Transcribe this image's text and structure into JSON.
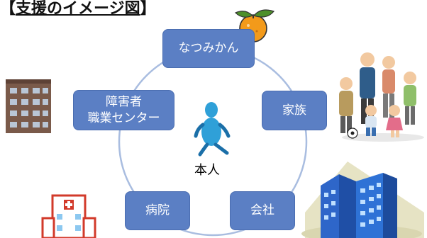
{
  "title": {
    "bracket_open": "【",
    "text": "支援のイメージ図",
    "bracket_close": "】"
  },
  "center": {
    "label": "本人"
  },
  "nodes": {
    "natsumikan": "なつみかん",
    "family": "家族",
    "company": "会社",
    "hospital": "病院",
    "support_center": "障害者\n職業センター"
  },
  "colors": {
    "node_fill": "#5b7fc4",
    "ring": "#a9bde0",
    "person": "#2fa0d8"
  },
  "icons": {
    "orange": "orange-icon",
    "family_group": "family-group-icon",
    "office_building": "office-building-icon",
    "hospital": "hospital-building-icon",
    "brick_building": "brick-building-icon",
    "person": "person-icon"
  }
}
